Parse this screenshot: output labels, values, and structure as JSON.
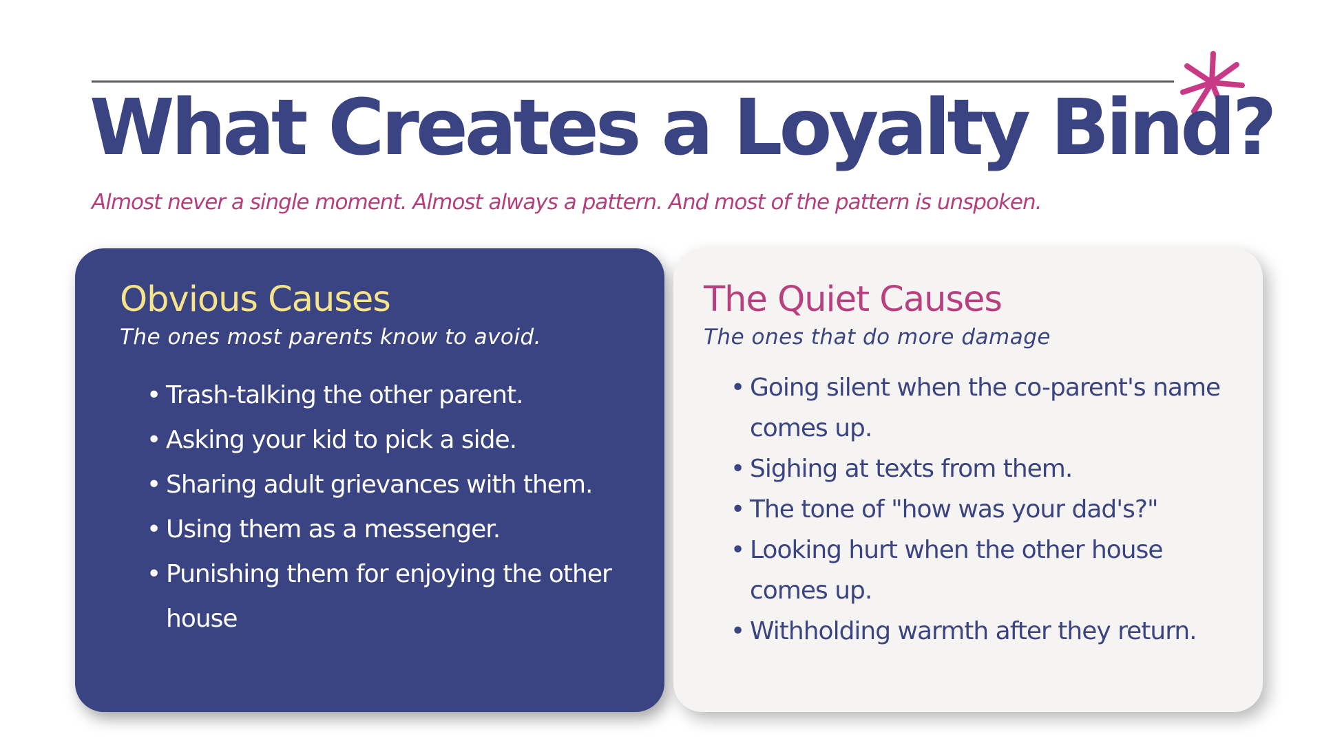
{
  "header": {
    "title": "What Creates a Loyalty Bind?",
    "subtitle": "Almost never a single moment. Almost always a pattern. And most of the pattern is unspoken.",
    "star_icon": "star-burst-icon"
  },
  "colors": {
    "navy": "#3b4482",
    "magenta": "#b8407e",
    "yellow": "#f6e38a",
    "light_card": "#f5f4f2"
  },
  "left_card": {
    "heading": "Obvious Causes",
    "subheading": "The ones most parents know to avoid.",
    "items": [
      "Trash-talking the other parent.",
      "Asking your kid to pick a side.",
      "Sharing adult grievances with them.",
      "Using them as a messenger.",
      "Punishing them for enjoying the other house"
    ]
  },
  "right_card": {
    "heading": "The Quiet Causes",
    "subheading": "The ones that do more damage",
    "items": [
      "Going silent when the co-parent's name comes up.",
      "Sighing at texts from them.",
      "The tone of \"how was your dad's?\"",
      "Looking hurt when the other house comes up.",
      "Withholding warmth after they return."
    ]
  }
}
